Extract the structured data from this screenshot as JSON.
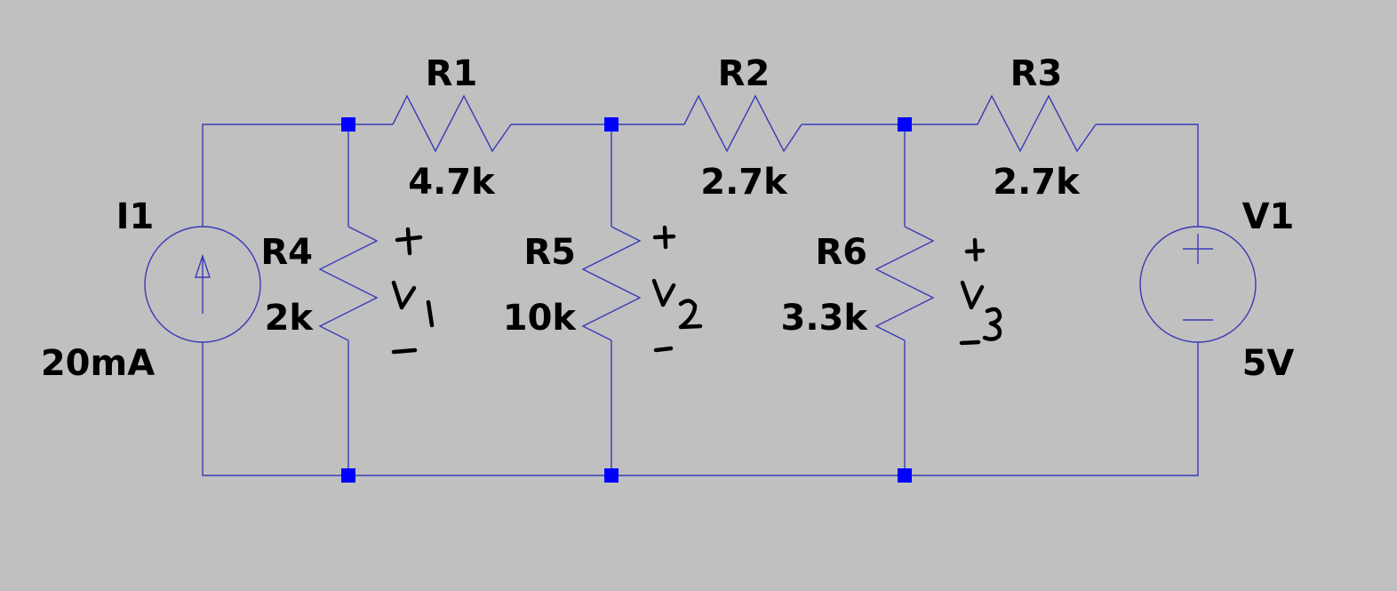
{
  "colors": {
    "background": "#c0c0c0",
    "wire": "#3a3ab8",
    "junction": "#0000ff",
    "text": "#000000"
  },
  "components": {
    "R1": {
      "name": "R1",
      "value": "4.7k"
    },
    "R2": {
      "name": "R2",
      "value": "2.7k"
    },
    "R3": {
      "name": "R3",
      "value": "2.7k"
    },
    "R4": {
      "name": "R4",
      "value": "2k"
    },
    "R5": {
      "name": "R5",
      "value": "10k"
    },
    "R6": {
      "name": "R6",
      "value": "3.3k"
    },
    "I1": {
      "name": "I1",
      "value": "20mA"
    },
    "V1": {
      "name": "V1",
      "value": "5V"
    }
  },
  "annotations": [
    {
      "label": "V1",
      "plus": "+",
      "minus": "-"
    },
    {
      "label": "V2",
      "plus": "+",
      "minus": "-"
    },
    {
      "label": "V3",
      "plus": "+",
      "minus": "-"
    }
  ]
}
